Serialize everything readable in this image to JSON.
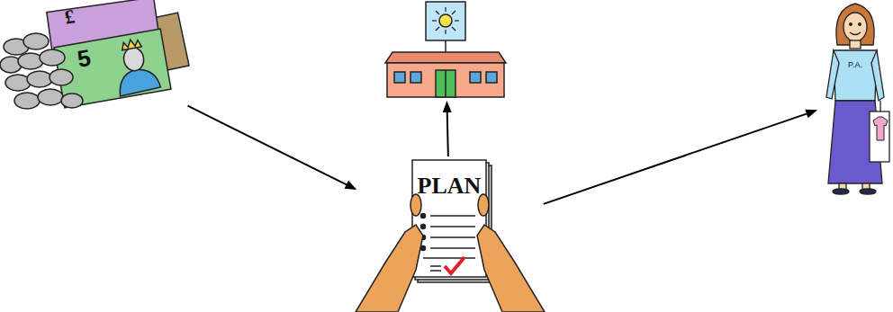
{
  "diagram": {
    "nodes": [
      {
        "text": [
          "£",
          "5"
        ]
      },
      {
        "text": [
          "PLAN"
        ]
      },
      {
        "text": []
      },
      {
        "text": [
          "P.A."
        ]
      }
    ],
    "edges": [
      {
        "from": 0,
        "to": 1,
        "arrow": "to"
      },
      {
        "from": 1,
        "to": 2,
        "arrow": "to"
      },
      {
        "from": 1,
        "to": 3,
        "arrow": "to"
      }
    ]
  }
}
